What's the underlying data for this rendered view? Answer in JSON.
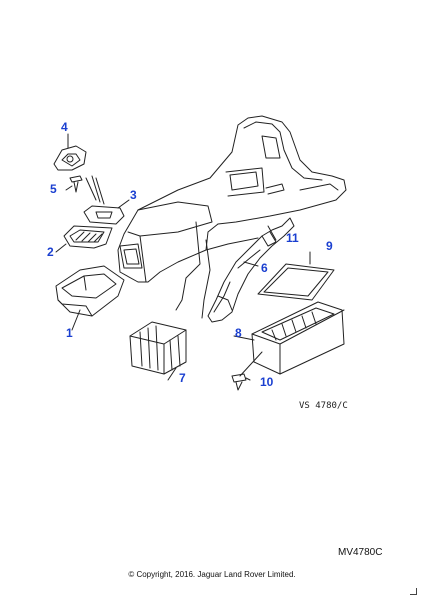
{
  "diagram": {
    "callouts": [
      "1",
      "2",
      "3",
      "4",
      "5",
      "6",
      "7",
      "8",
      "9",
      "10",
      "11"
    ],
    "drawing_ref": "VS 4780/C",
    "figure_code": "MV4780C",
    "copyright": "© Copyright, 2016. Jaguar Land Rover Limited.",
    "colors": {
      "callout": "#1a3fd0",
      "line": "#222222",
      "background": "#ffffff"
    }
  }
}
